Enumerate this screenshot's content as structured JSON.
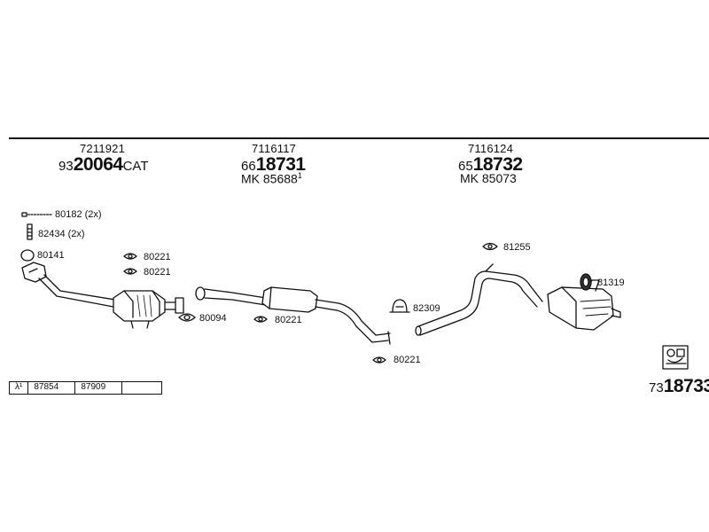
{
  "header": {
    "groups": [
      {
        "ref": "7211921",
        "code_prefix": "93",
        "code_main": "20064",
        "code_suffix": "CAT",
        "mk": ""
      },
      {
        "ref": "7116117",
        "code_prefix": "66",
        "code_main": "18731",
        "code_suffix": "",
        "mk": "MK 85688",
        "mk_sup": "1"
      },
      {
        "ref": "7116124",
        "code_prefix": "65",
        "code_main": "18732",
        "code_suffix": "",
        "mk": "MK 85073"
      }
    ]
  },
  "parts": {
    "p80182": "80182 (2x)",
    "p82434": "82434 (2x)",
    "p80141": "80141",
    "p80221a": "80221",
    "p80221b": "80221",
    "p80094": "80094",
    "p80221c": "80221",
    "p82309": "82309",
    "p80221d": "80221",
    "p81255": "81255",
    "p81319": "81319"
  },
  "lambda": {
    "symbol": "λ¹",
    "codes": [
      "87854",
      "87909"
    ]
  },
  "footer": {
    "code_prefix": "73",
    "code_main": "18733"
  }
}
